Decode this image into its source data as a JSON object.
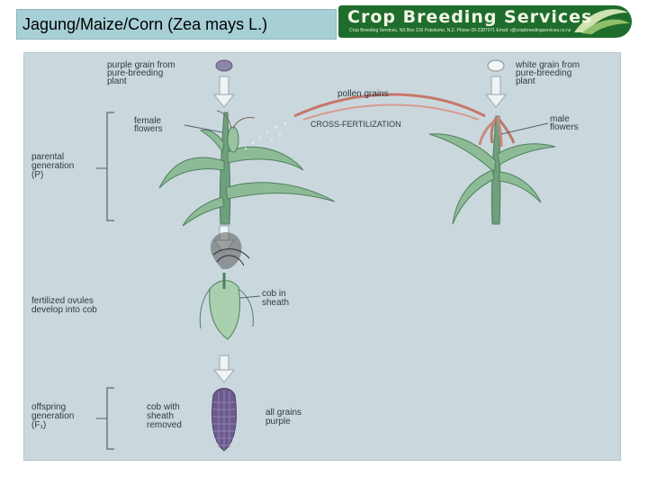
{
  "slide": {
    "title": "Jagung/Maize/Corn (Zea mays L.)"
  },
  "banner": {
    "title": "Crop Breeding Services",
    "subtitle": "Crop Breeding Services, NS Box 316 Pukekohe, N.Z. Phone 09-2387071   Email: r@cropbreedingservices.co.nz"
  },
  "diagram": {
    "labels": {
      "purple_grain_l1": "purple grain from",
      "purple_grain_l2": "pure-breeding",
      "purple_grain_l3": "plant",
      "white_grain_l1": "white grain from",
      "white_grain_l2": "pure-breeding",
      "white_grain_l3": "plant",
      "pollen_grains": "pollen grains",
      "cross_fertilization": "CROSS-FERTILIZATION",
      "female_flowers_l1": "female",
      "female_flowers_l2": "flowers",
      "male_flowers_l1": "male",
      "male_flowers_l2": "flowers",
      "parental_l1": "parental",
      "parental_l2": "generation",
      "parental_l3": "(P)",
      "fertilized_l1": "fertilized ovules",
      "fertilized_l2": "develop into cob",
      "cob_sheath_l1": "cob in",
      "cob_sheath_l2": "sheath",
      "offspring_l1": "offspring",
      "offspring_l2": "generation",
      "offspring_l3": "(F₁)",
      "cob_removed_l1": "cob with",
      "cob_removed_l2": "sheath",
      "cob_removed_l3": "removed",
      "all_purple_l1": "all grains",
      "all_purple_l2": "purple"
    },
    "colors": {
      "background": "#cad8de",
      "leaf": "#7fae8a",
      "leaf_dark": "#4f7f5e",
      "purple": "#6c5a8e",
      "pollen_arc": "#c7766a",
      "arrow": "#e8eef0"
    }
  }
}
